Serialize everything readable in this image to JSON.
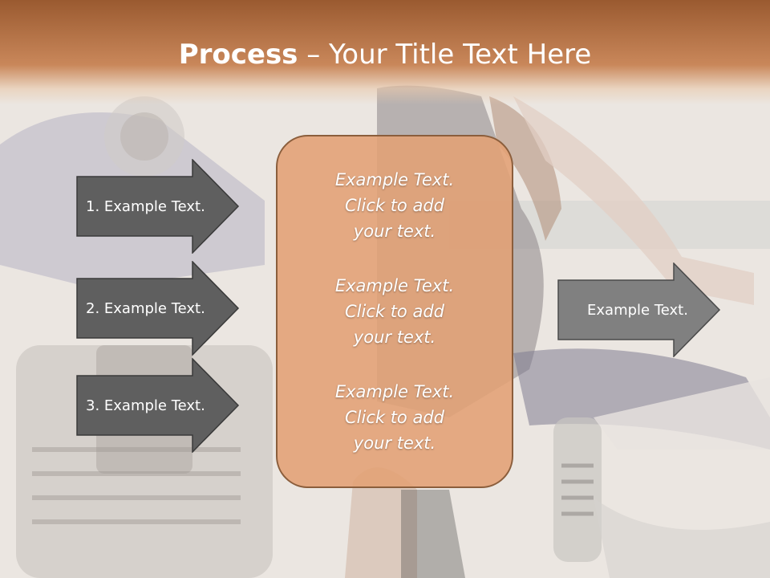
{
  "slide": {
    "title_bold": "Process",
    "title_rest": " – Your Title Text Here"
  },
  "steps": [
    {
      "label": "1. Example Text."
    },
    {
      "label": "2. Example Text."
    },
    {
      "label": "3. Example Text."
    }
  ],
  "center": {
    "paragraphs": [
      {
        "line1": "Example Text.",
        "line2": "Click  to add",
        "line3": "your text."
      },
      {
        "line1": "Example Text.",
        "line2": "Click  to add",
        "line3": "your text."
      },
      {
        "line1": "Example Text.",
        "line2": "Click  to add",
        "line3": "your text."
      }
    ]
  },
  "output": {
    "label": "Example Text."
  },
  "colors": {
    "header_dark": "#9a5a30",
    "header_light": "#c9875a",
    "step_arrow": "#5f5f5f",
    "output_arrow": "#808080",
    "center_fill": "#e2a074",
    "center_border": "#8b5e3c"
  }
}
